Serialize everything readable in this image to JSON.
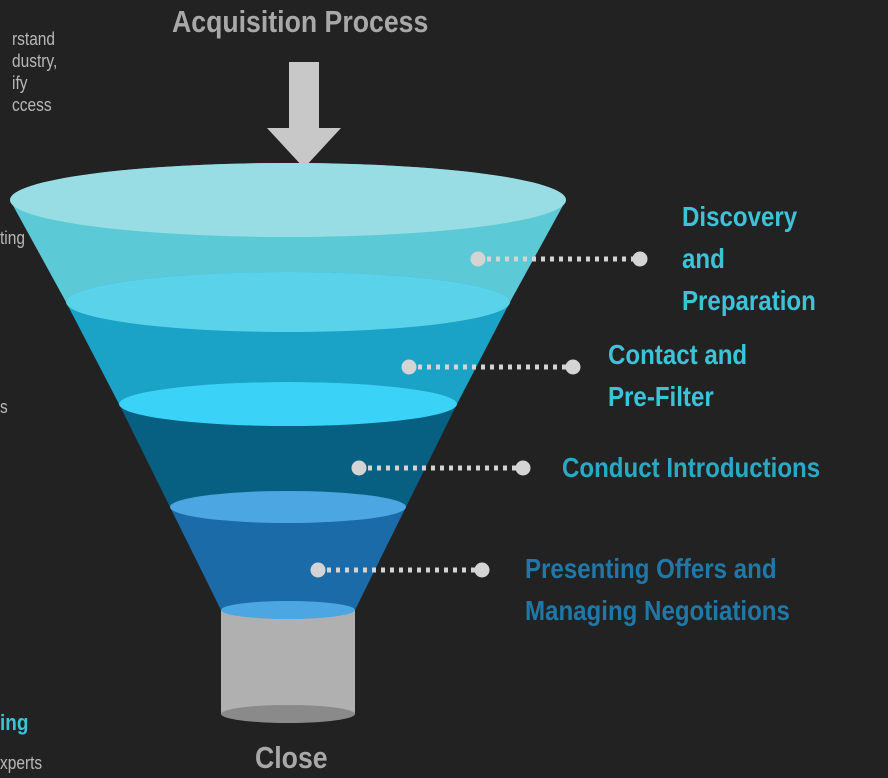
{
  "title": "Acquisition Process",
  "bottom_label": "Close",
  "stages": [
    {
      "lines": [
        "Discovery",
        "and",
        "Preparation"
      ],
      "color": "#3cc3d8"
    },
    {
      "lines": [
        "Contact and",
        "Pre-Filter"
      ],
      "color": "#3cc3d8"
    },
    {
      "lines": [
        "Conduct Introductions"
      ],
      "color": "#2aa8c4"
    },
    {
      "lines": [
        "Presenting Offers and",
        "Managing Negotiations"
      ],
      "color": "#1f78a8"
    }
  ],
  "left_partial_text": {
    "block1": [
      "rstand",
      "dustry,",
      "ify",
      "ccess"
    ],
    "fragment_a": "ting",
    "fragment_b": "s",
    "heading": "ing",
    "fragment_c": "xperts"
  },
  "colors": {
    "background": "#222222",
    "arrow": "#c8c8c8",
    "connector": "#d4d4d4",
    "section1": "#5cc9d6",
    "section2": "#1aa3c7",
    "section3": "#075f82",
    "section4": "#1a6ba7",
    "cylinder": "#b0b0b0"
  }
}
